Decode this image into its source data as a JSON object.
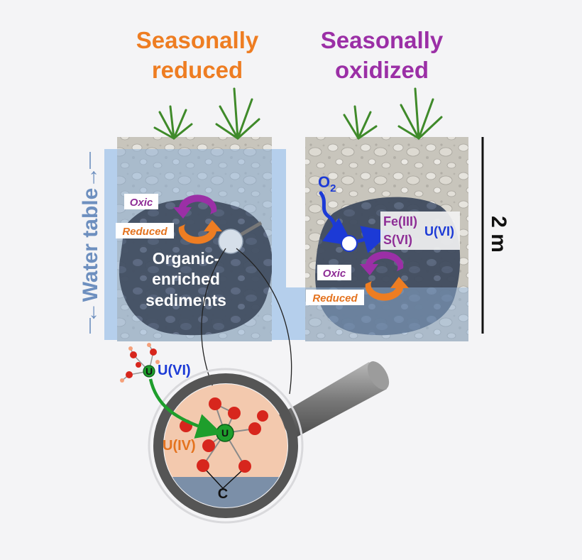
{
  "titles": {
    "reduced_line1": "Seasonally",
    "reduced_line2": "reduced",
    "oxidized_line1": "Seasonally",
    "oxidized_line2": "oxidized"
  },
  "colors": {
    "reduced_title": "#ee7d22",
    "oxidized_title": "#9b2fa6",
    "water": "#9fc3e8",
    "soil": "#c9c6bd",
    "dark_zone": "#3a4658",
    "oxic_arrow": "#9b2fa6",
    "reduced_arrow": "#ee7d22",
    "oxygen_path": "#1c3ad6",
    "oxygen_atom": "#d7261d",
    "uranium_atom": "#1e9e2c",
    "lens_fill": "#f3c9ae"
  },
  "water_table_label": "←Water table→",
  "scale_label": "2 m",
  "left_panel": {
    "oxic_label": "Oxic",
    "reduced_label": "Reduced",
    "sediment_line1": "Organic-",
    "sediment_line2": "enriched",
    "sediment_line3": "sediments"
  },
  "right_panel": {
    "o2_main": "O",
    "o2_sub": "2",
    "fe_label": "Fe(III)",
    "s_label": "S(VI)",
    "uvi_label": "U(VI)",
    "oxic_label": "Oxic",
    "reduced_label": "Reduced"
  },
  "molecule": {
    "u_atom": "U",
    "u_label": "U(VI)"
  },
  "lens": {
    "u_atom": "U",
    "uiv_label": "U(IV)",
    "carbon_label": "C"
  },
  "icons": [
    "grass-icon",
    "magnifying-glass-icon",
    "cycle-arrows-icon",
    "oxygen-arrow-icon"
  ]
}
